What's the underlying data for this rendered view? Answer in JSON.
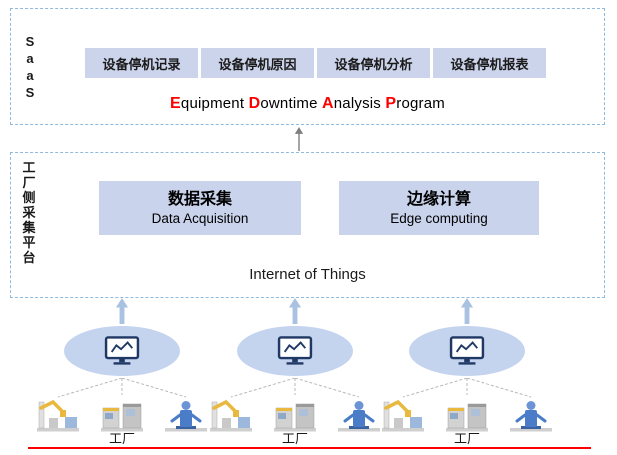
{
  "saas_section": {
    "side_label": "SaaS",
    "side_chars": [
      "S",
      "a",
      "a",
      "S"
    ],
    "buttons": [
      "设备停机记录",
      "设备停机原因",
      "设备停机分析",
      "设备停机报表"
    ],
    "title": "Equipment Downtime Analysis Program",
    "title_parts": [
      {
        "highlight": "E",
        "rest": "quipment "
      },
      {
        "highlight": "D",
        "rest": "owntime "
      },
      {
        "highlight": "A",
        "rest": "nalysis "
      },
      {
        "highlight": "P",
        "rest": "rogram"
      }
    ]
  },
  "platform_section": {
    "side_label": "工厂侧采集平台",
    "side_chars": [
      "工",
      "厂",
      "侧",
      "采",
      "集",
      "平",
      "台"
    ],
    "cards": [
      {
        "title": "数据采集",
        "subtitle": "Data Acquisition"
      },
      {
        "title": "边缘计算",
        "subtitle": "Edge computing"
      }
    ],
    "footer_label": "Internet of Things"
  },
  "factory_section": {
    "factories": [
      {
        "label": "工厂"
      },
      {
        "label": "工厂"
      },
      {
        "label": "工厂"
      }
    ]
  },
  "icons": {
    "monitor": "monitor-chart-icon",
    "up_arrow": "up-arrow-icon",
    "machines": [
      "robot-arm-machine-icon",
      "cnc-machine-icon",
      "robot-machine-icon"
    ]
  },
  "colors": {
    "accent_red": "#ff0000",
    "chip_fill": "#ccd4ec",
    "card_fill": "#c9d3ec",
    "ellipse_fill": "#c4d3ee",
    "dashed_border": "#8fbade",
    "monitor_stroke": "#1f3864"
  }
}
